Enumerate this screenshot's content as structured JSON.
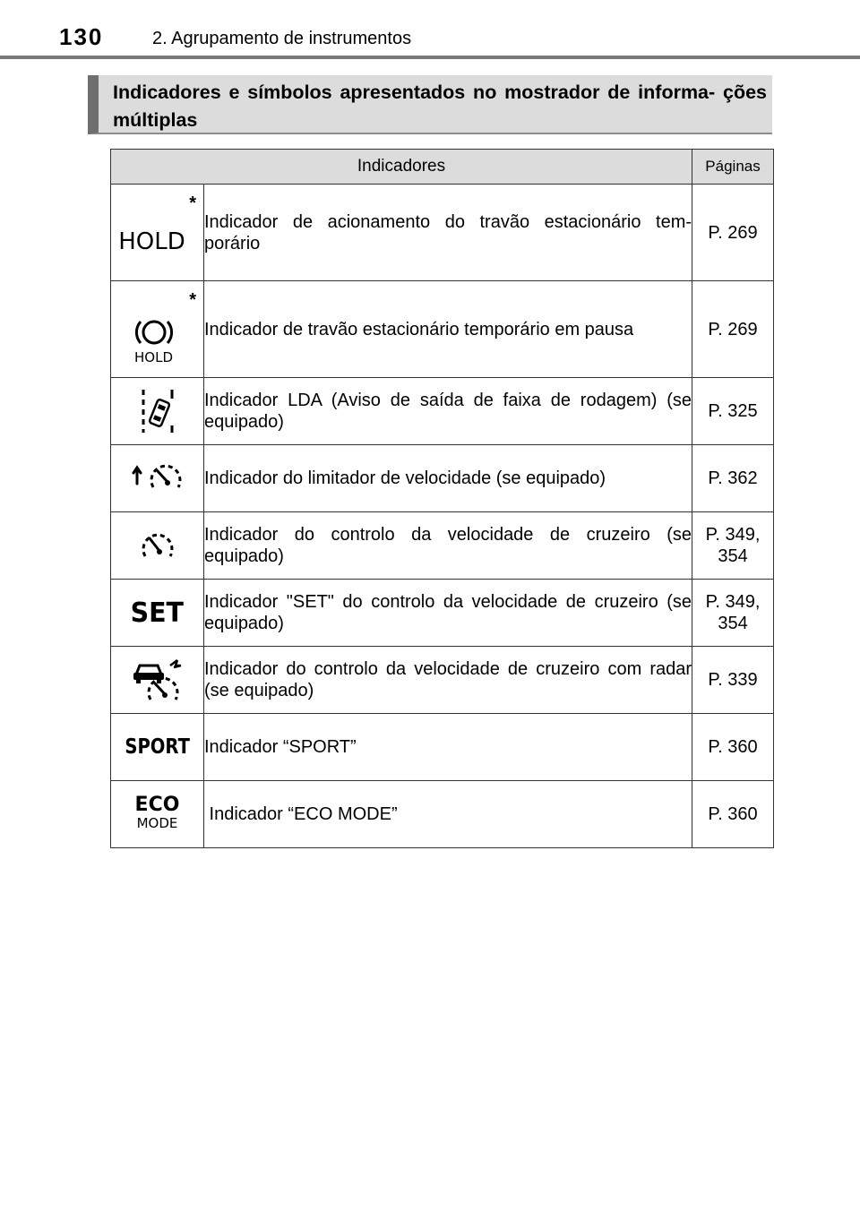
{
  "header": {
    "page_number": "130",
    "chapter_title": "2. Agrupamento de instrumentos"
  },
  "section": {
    "heading": "Indicadores e símbolos apresentados no mostrador de informa- ções múltiplas"
  },
  "table": {
    "headers": {
      "indicators": "Indicadores",
      "pages": "Páginas"
    },
    "rows": [
      {
        "icon": "hold-icon",
        "icon_text": "HOLD",
        "asterisk": "*",
        "description": "Indicador de acionamento do travão estacionário tem- porário",
        "pages": "P. 269"
      },
      {
        "icon": "brake-hold-icon",
        "icon_text": "HOLD",
        "asterisk": "*",
        "description": "Indicador de travão estacionário temporário em pausa",
        "pages": "P. 269"
      },
      {
        "icon": "lane-departure-icon",
        "description": "Indicador LDA (Aviso de saída de faixa de rodagem) (se equipado)",
        "pages": "P. 325"
      },
      {
        "icon": "speed-limiter-icon",
        "description": "Indicador do limitador de velocidade (se equipado)",
        "pages": "P. 362"
      },
      {
        "icon": "cruise-control-icon",
        "description": "Indicador do controlo da velocidade de cruzeiro (se equipado)",
        "pages": "P. 349, 354"
      },
      {
        "icon": "set-icon",
        "icon_text": "SET",
        "description": "Indicador \"SET\" do controlo da velocidade de cruzeiro (se equipado)",
        "pages": "P. 349, 354"
      },
      {
        "icon": "radar-cruise-icon",
        "description": "Indicador do controlo da velocidade de cruzeiro com radar (se equipado)",
        "pages": "P. 339"
      },
      {
        "icon": "sport-icon",
        "icon_text": "SPORT",
        "description": "Indicador “SPORT”",
        "pages": "P. 360"
      },
      {
        "icon": "eco-mode-icon",
        "icon_text_top": "ECO",
        "icon_text_bottom": "MODE",
        "description": " Indicador “ECO MODE”",
        "pages": "P. 360"
      }
    ]
  },
  "colors": {
    "header_rule": "#7a7a7a",
    "heading_bg": "#dcdcdc",
    "heading_bar": "#6f6f6f",
    "table_border": "#333333"
  }
}
